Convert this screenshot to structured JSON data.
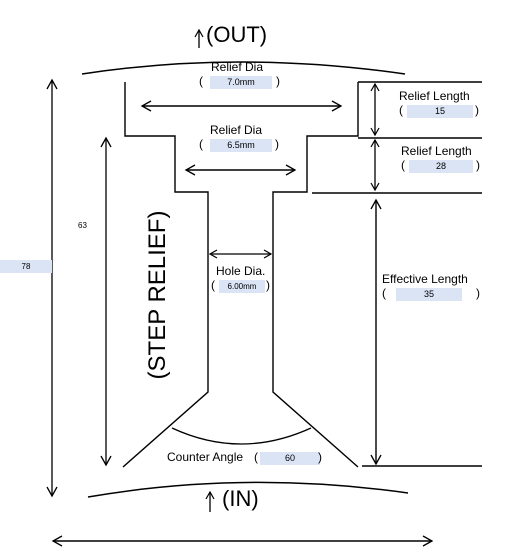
{
  "labels": {
    "out": "(OUT)",
    "in": "(IN)",
    "step_relief": "(STEP RELIEF)",
    "relief_dia_top": "Relief  Dia",
    "relief_dia_mid": "Relief  Dia",
    "hole_dia": "Hole Dia.",
    "relief_length_1": "Relief  Length",
    "relief_length_2": "Relief  Length",
    "effective_length": "Effective Length",
    "counter_angle": "Counter Angle",
    "paren_open": "(",
    "paren_close": ")"
  },
  "values": {
    "relief_dia_top": "7.0mm",
    "relief_dia_mid": "6.5mm",
    "hole_dia": "6.00mm",
    "relief_length_1": "15",
    "relief_length_2": "28",
    "effective_length": "35",
    "counter_angle": "60",
    "dim_63": "63",
    "dim_78": "78"
  },
  "colors": {
    "field_bg": "#dbe4f5",
    "line": "#000000"
  }
}
